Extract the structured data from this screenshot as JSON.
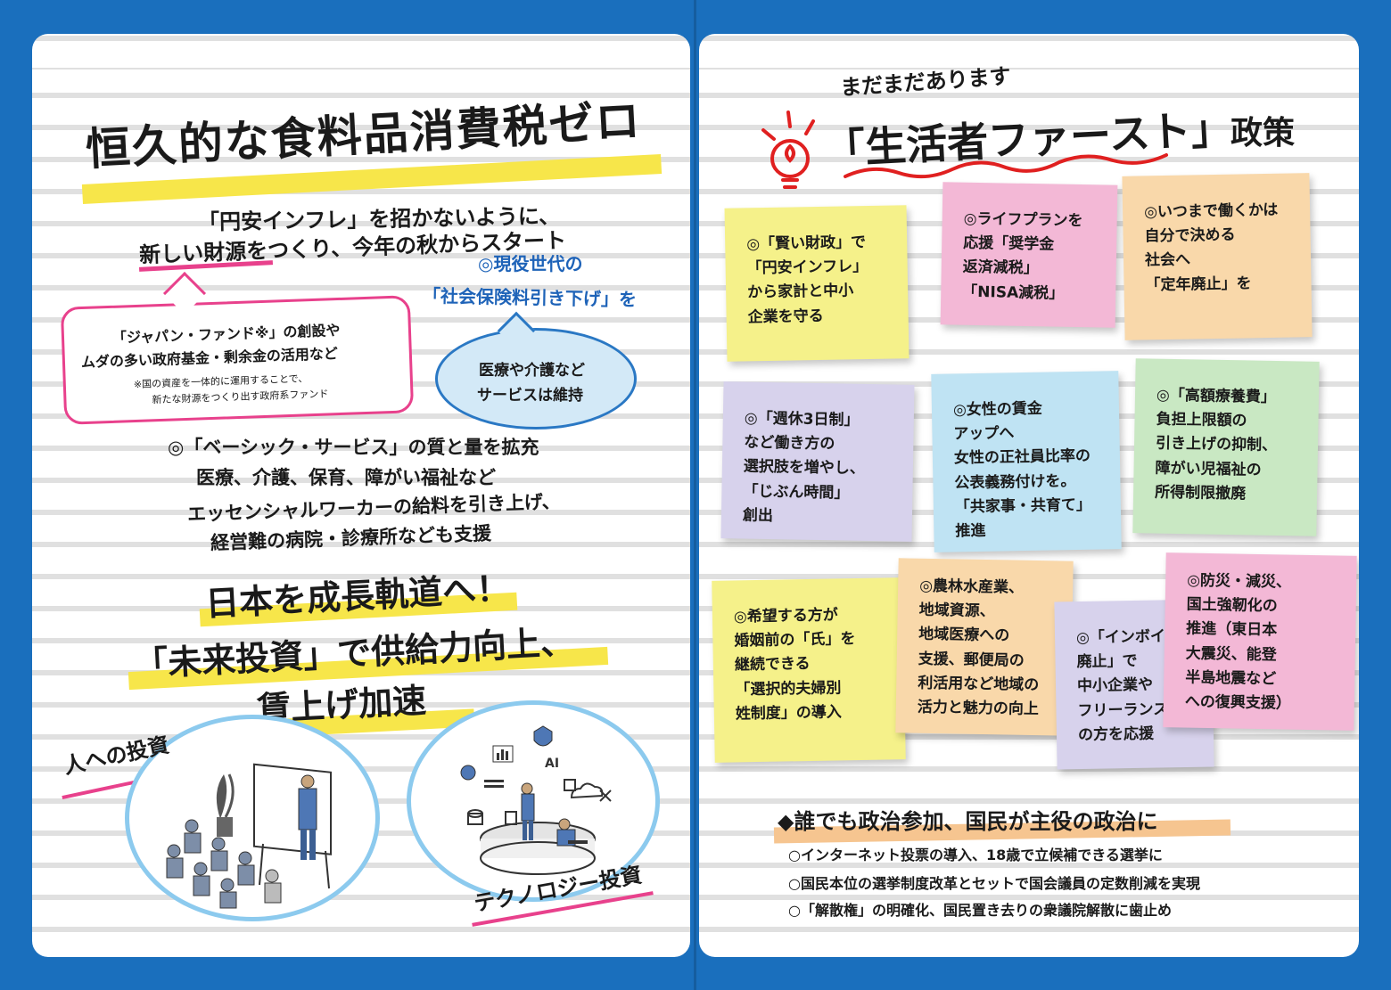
{
  "left": {
    "title": "恒久的な食料品消費税ゼロ",
    "intro_line1": "「円安インフレ」を招かないように、",
    "intro_line2": "新しい財源をつくり、今年の秋からスタート",
    "fund_bubble": {
      "line1": "「ジャパン・ファンド※」の創設や",
      "line2": "ムダの多い政府基金・剰余金の活用など",
      "note1": "※国の資産を一体的に運用することで、",
      "note2": "新たな財源をつくり出す政府系ファンド"
    },
    "gen_heading1": "◎現役世代の",
    "gen_heading2": "「社会保険料引き下げ」を",
    "gen_bubble1": "医療や介護など",
    "gen_bubble2": "サービスは維持",
    "basic_services": [
      "◎「ベーシック・サービス」の質と量を拡充",
      "医療、介護、保育、障がい福祉など",
      "エッセンシャルワーカーの給料を引き上げ、",
      "経営難の病院・診療所なども支援"
    ],
    "growth1": "日本を成長軌道へ！",
    "growth2": "「未来投資」で供給力向上、",
    "growth3": "賃上げ加速",
    "people_label": "人への投資",
    "tech_label": "テクノロジー投資",
    "tech_ai": "AI"
  },
  "right": {
    "kicker": "まだまだあります",
    "title_main": "「生活者ファースト」",
    "title_suffix": "政策",
    "notes": [
      {
        "color": "#f5f18a",
        "lines": [
          "◎「賢い財政」で",
          "「円安インフレ」",
          "から家計と中小",
          "企業を守る"
        ]
      },
      {
        "color": "#f3b8d6",
        "lines": [
          "◎ライフプランを",
          "応援「奨学金",
          "返済減税」",
          "「NISA減税」"
        ]
      },
      {
        "color": "#f9d8aa",
        "lines": [
          "◎いつまで働くかは",
          "自分で決める",
          "社会へ",
          "「定年廃止」を"
        ]
      },
      {
        "color": "#d7d2ec",
        "lines": [
          "◎「週休3日制」",
          "など働き方の",
          "選択肢を増やし、",
          "「じぶん時間」",
          "創出"
        ]
      },
      {
        "color": "#bfe3f3",
        "lines": [
          "◎女性の賃金",
          "アップへ",
          "女性の正社員比率の",
          "公表義務付けを。",
          "「共家事・共育て」",
          "推進"
        ]
      },
      {
        "color": "#c9e8c3",
        "lines": [
          "◎「高額療養費」",
          "負担上限額の",
          "引き上げの抑制、",
          "障がい児福祉の",
          "所得制限撤廃"
        ]
      },
      {
        "color": "#f5f18a",
        "lines": [
          "◎希望する方が",
          "婚姻前の「氏」を",
          "継続できる",
          "「選択的夫婦別",
          "姓制度」の導入"
        ]
      },
      {
        "color": "#f9d8aa",
        "lines": [
          "◎農林水産業、",
          "地域資源、",
          "地域医療への",
          "支援、郵便局の",
          "利活用など地域の",
          "活力と魅力の向上"
        ]
      },
      {
        "color": "#d7d2ec",
        "lines": [
          "◎「インボイス",
          "廃止」で",
          "中小企業や",
          "フリーランス",
          "の方を応援"
        ]
      },
      {
        "color": "#f3b8d6",
        "lines": [
          "◎防災・減災、",
          "国土強靭化の",
          "推進（東日本",
          "大震災、能登",
          "半島地震など",
          "への復興支援）"
        ]
      }
    ],
    "politics_heading": "◆誰でも政治参加、国民が主役の政治に",
    "politics_items": [
      "○インターネット投票の導入、18歳で立候補できる選挙に",
      "○国民本位の選挙制度改革とセットで国会議員の定数削減を実現",
      "○「解散権」の明確化、国民置き去りの衆議院解散に歯止め"
    ]
  },
  "colors": {
    "frame_blue": "#1a6fbd",
    "highlight_yellow": "#f7e64a",
    "highlight_pink": "#e8418c",
    "highlight_orange": "#f6c590",
    "circle_blue": "#8ccaee",
    "accent_red": "#e02020"
  }
}
